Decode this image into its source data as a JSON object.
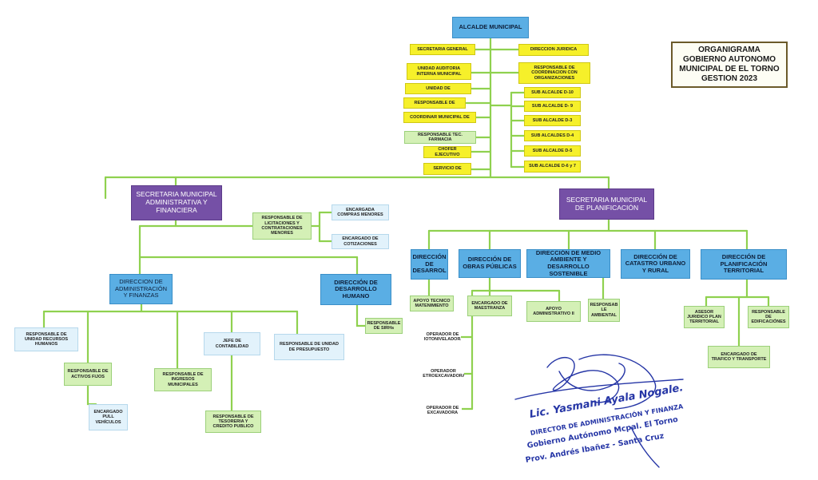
{
  "title": {
    "lines": [
      "ORGANIGRAMA",
      "GOBIERNO AUTONOMO",
      "MUNICIPAL DE EL TORNO",
      "GESTION 2023"
    ]
  },
  "top": {
    "alcalde": "ALCALDE MUNICIPAL",
    "left_yellow": [
      "SECRETARIA GENERAL",
      "UNIDAD AUDITORIA INTERNA MUNICIPAL",
      "UNIDAD DE",
      "RESPONSABLE DE",
      "COORDINAR MUNICIPAL DE",
      "RESPONSABLE TEC. FARMACIA",
      "CHOFER EJECUTIVO",
      "SERVICIO DE"
    ],
    "right_yellow": [
      "DIRECCION JURIDICA",
      "RESPONSABLE DE COORDINACION CON ORGANIZACIONES",
      "SUB ALCALDE D-10",
      "SUB ALCALDE D- 9",
      "SUB ALCALDE D-3",
      "SUB ALCALDES D-4",
      "SUB ALCALDE D-5",
      "SUB ALCALDE D-6 y 7"
    ]
  },
  "admin": {
    "secretaria": "SECRETARIA MUNICIPAL ADMINISTRATIVA Y FINANCIERA",
    "licitaciones": "RESPONSABLE DE LICITACIONES Y CONTRATACIONES MENORES",
    "compras": "ENCARGADA COMPRAS MENORES",
    "cotizaciones": "ENCARGADO DE COTIZACIONES",
    "dir_admin": "DIRECCION DE ADMINISTRACIÓN Y FINANZAS",
    "dir_rrhh": "DIRECCIÓN DE DESARROLLO HUMANO",
    "sirh": "RESPONSABLE DE SIRHs",
    "rrhh": "RESPONSABLE DE UNIDAD RECURSOS HUMANOS",
    "activos": "RESPONSABLE DE ACTIVOS FIJOS",
    "pull": "ENCARGADO PULL VEHÍCULOS",
    "ingresos": "RESPONSABLE DE INGRESOS MUNICIPALES",
    "jefe_cont": "JEFE DE CONTABILIDAD",
    "tesoreria": "RESPONSABLE DE TESORERIA Y CREDITO PUBLICO",
    "presupuesto": "RESPONSABLE DE UNIDAD DE PRESUPUESTO"
  },
  "planif": {
    "secretaria": "SECRETARIA MUNICIPAL DE PLANIFICACIÓN",
    "dir_desarrol": "DIRECCIÓN DE DESARROL",
    "dir_obras": "DIRECCIÓN DE OBRAS PÚBLICAS",
    "dir_medio": "DIRECCIÓN DE MEDIO AMBIENTE Y DESARROLLO SOSTENIBLE",
    "dir_catastro": "DIRECCIÓN DE CATASTRO URBANO Y RURAL",
    "dir_planif": "DIRECCIÓN DE PLANIFICACIÓN TERRITORIAL",
    "apoyo_tec": "APOYO TECNICO MATENIMIENTO",
    "maestranza": "ENCARGADO DE MAESTRANZA",
    "motoniveladora": "OPERADOR DE MOTONIVELADORA",
    "retroexcavadora": "OPERADOR RETROEXCAVADORA-",
    "excavadora": "OPERADOR DE EXCAVADORA",
    "apoyo_adm": "APOYO ADMINISTRATIVO II",
    "resp_amb": "RESPONSAB LE AMBIENTAL",
    "asesor": "ASESOR JURIDICO PLAN TERRITORIAL",
    "edificaciones": "RESPONSABLE DE EDIFICACIÓNES",
    "trafico": "ENCARGADO DE TRAFICO Y TRANSPORTE"
  },
  "signature": {
    "name": "Lic. Yasmani Ayala Nogale.",
    "line1": "DIRECTOR DE ADMINISTRACIÓN Y FINANZA",
    "line2": "Gobierno Autónomo Mcpal. El Torno",
    "line3": "Prov. Andrés Ibañez - Santa Cruz"
  },
  "colors": {
    "connector": "#8fd14f",
    "blue": "#5aaee4",
    "purple": "#7550a6",
    "yellow": "#f6f02a",
    "green": "#d4f0b6",
    "light_blue": "#e2f2fb",
    "signature_ink": "#2636a6"
  }
}
